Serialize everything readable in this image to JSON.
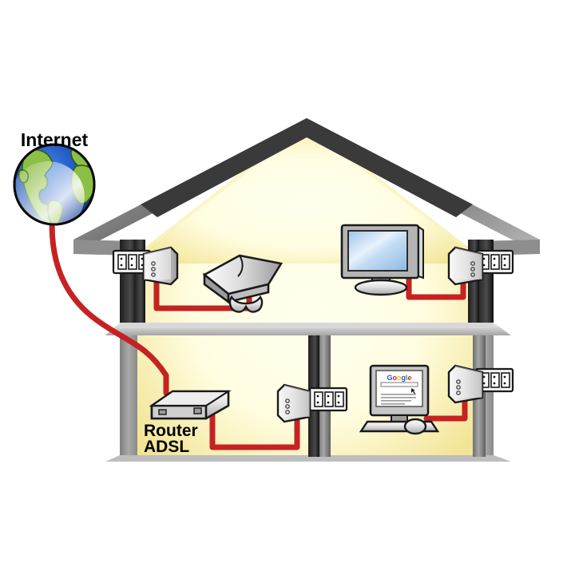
{
  "diagram": {
    "title": "Powerline home network diagram",
    "type": "network-topology-illustration",
    "labels": {
      "internet": "Internet",
      "router_line1": "Router",
      "router_line2": "ADSL"
    },
    "colors": {
      "cable": "#C62222",
      "cable_dark": "#9E1B1B",
      "roof_dark": "#3A3A3A",
      "roof_light": "#B8B8B8",
      "wall_gray": "#9C9C9C",
      "wall_dark": "#2E2E2E",
      "interior_light": "#FFFFE4",
      "interior_yellow": "#F4E79A",
      "floor_light": "#E8E8E8",
      "floor_gray": "#A8A8A8",
      "device_light": "#F2F2F2",
      "device_mid": "#C9C9C9",
      "device_dark": "#8A8A8A",
      "outline": "#1A1A1A",
      "globe_blue": "#1A56C4",
      "globe_green": "#8CBF45",
      "screen_blue": "#BBD6F0",
      "background": "#FFFFFF"
    },
    "globe": {
      "name": "internet-globe",
      "continents": "americas-africa-europe"
    },
    "house": {
      "floors": 2,
      "upper_floor_devices": [
        "game-console",
        "flat-screen-tv"
      ],
      "lower_floor_devices": [
        "adsl-router",
        "desktop-computer"
      ],
      "powerline_adapters": 4
    },
    "devices": [
      {
        "id": "adsl-router",
        "label": "Router ADSL",
        "floor": "lower",
        "position": "left"
      },
      {
        "id": "game-console",
        "label": "",
        "floor": "upper",
        "position": "left-center"
      },
      {
        "id": "flat-screen-tv",
        "label": "",
        "floor": "upper",
        "position": "right-center"
      },
      {
        "id": "desktop-computer",
        "label": "",
        "floor": "lower",
        "position": "right-center"
      }
    ],
    "adapters": [
      {
        "id": "powerline-adapter-upper-left",
        "floor": "upper",
        "side": "left",
        "leds": 3
      },
      {
        "id": "powerline-adapter-upper-right",
        "floor": "upper",
        "side": "right",
        "leds": 3
      },
      {
        "id": "powerline-adapter-lower-left",
        "floor": "lower",
        "side": "center-left",
        "leds": 3
      },
      {
        "id": "powerline-adapter-lower-right",
        "floor": "lower",
        "side": "right",
        "leds": 3
      }
    ],
    "monitor_screen": {
      "logo_text": "Google",
      "logo_colors": [
        "#2255CC",
        "#DD2222",
        "#EEBB22",
        "#2255CC",
        "#33AA44",
        "#DD2222"
      ]
    }
  }
}
